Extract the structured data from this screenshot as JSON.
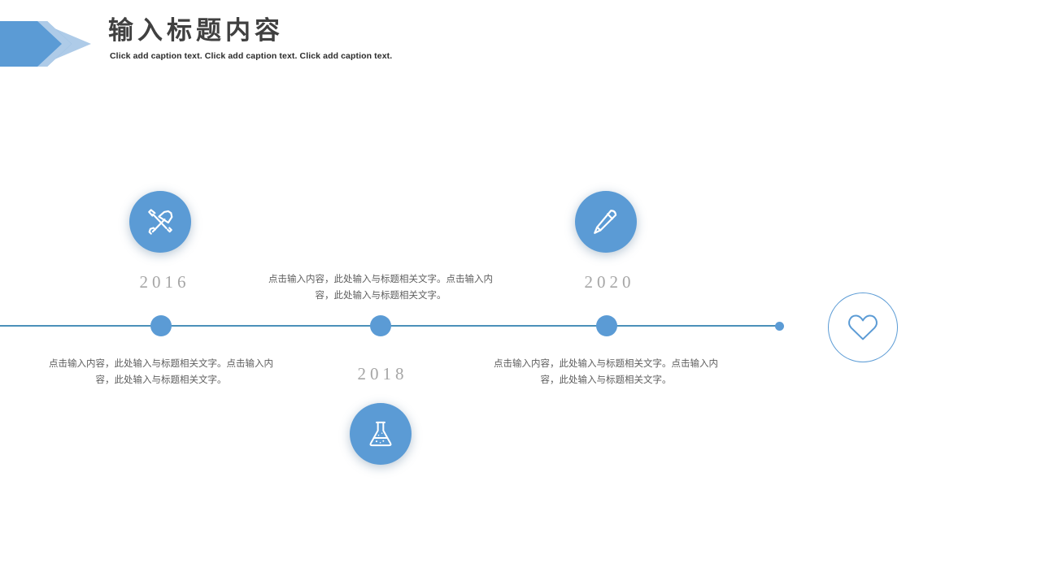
{
  "header": {
    "title": "输入标题内容",
    "subtitle": "Click add caption text. Click add caption text. Click add caption text.",
    "chevron_dark_color": "#5b9bd5",
    "chevron_light_color": "#aecbe8"
  },
  "theme": {
    "accent": "#5b9bd5",
    "axis_line": "#4a90b9",
    "year_text": "#a6a6a6",
    "body_text": "#5e5e5e",
    "title_text": "#404040"
  },
  "timeline": {
    "caption_repeated": "点击输入内容，此处输入与标题相关文字。点击输入内容，此处输入与标题相关文字。",
    "milestones": [
      {
        "year": "2016",
        "icon": "tools-icon",
        "icon_position": "above",
        "caption": "点击输入内容，此处输入与标题相关文字。点击输入内容，此处输入与标题相关文字。"
      },
      {
        "year": "2018",
        "icon": "flask-icon",
        "icon_position": "below",
        "caption": "点击输入内容，此处输入与标题相关文字。点击输入内容，此处输入与标题相关文字。"
      },
      {
        "year": "2020",
        "icon": "pencil-icon",
        "icon_position": "above",
        "caption": "点击输入内容，此处输入与标题相关文字。点击输入内容，此处输入与标题相关文字。"
      }
    ]
  },
  "decoration": {
    "badge_icon": "heart-icon"
  }
}
